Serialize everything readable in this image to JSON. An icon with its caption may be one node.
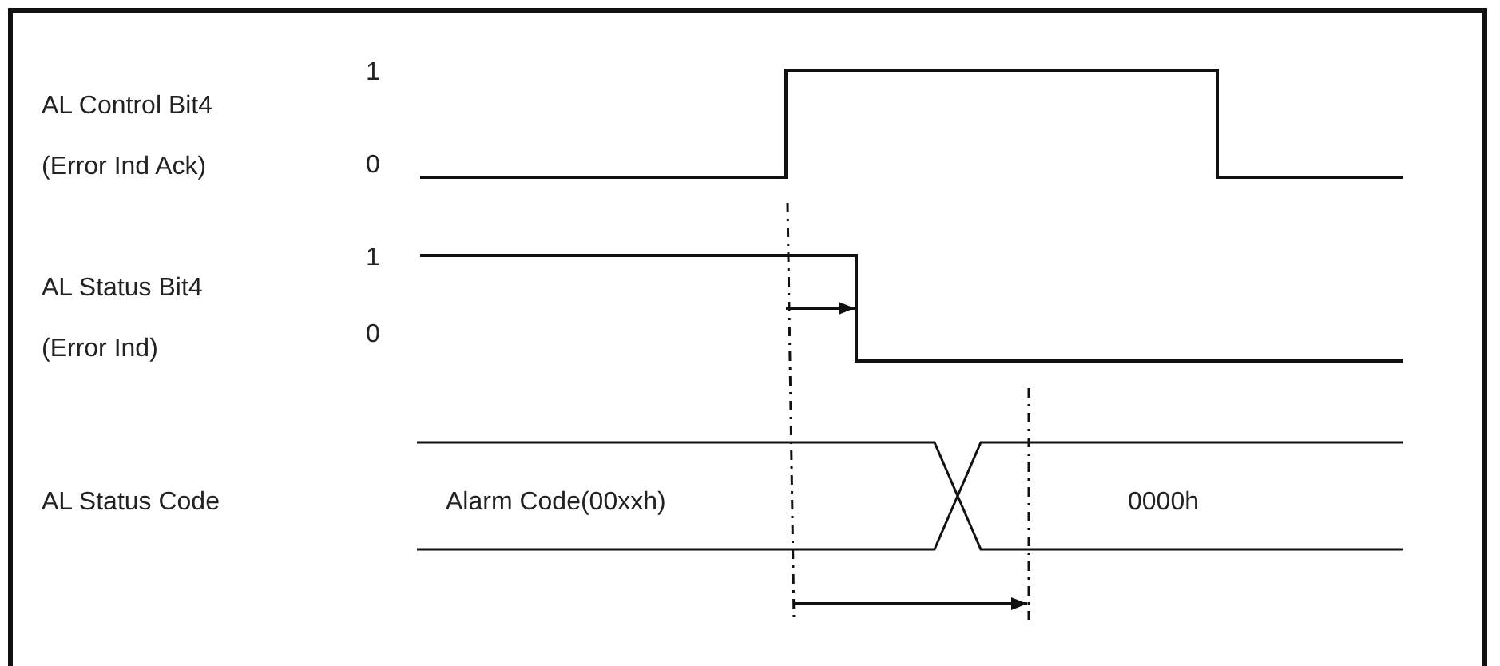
{
  "diagram": {
    "labels": [
      "1",
      "AL Control Bit4",
      "0",
      "(Error Ind Ack)",
      "1",
      "AL Status Bit4",
      "0",
      "(Error Ind)",
      "AL Status Code",
      "Alarm Code(00xxh)",
      "0000h"
    ]
  }
}
